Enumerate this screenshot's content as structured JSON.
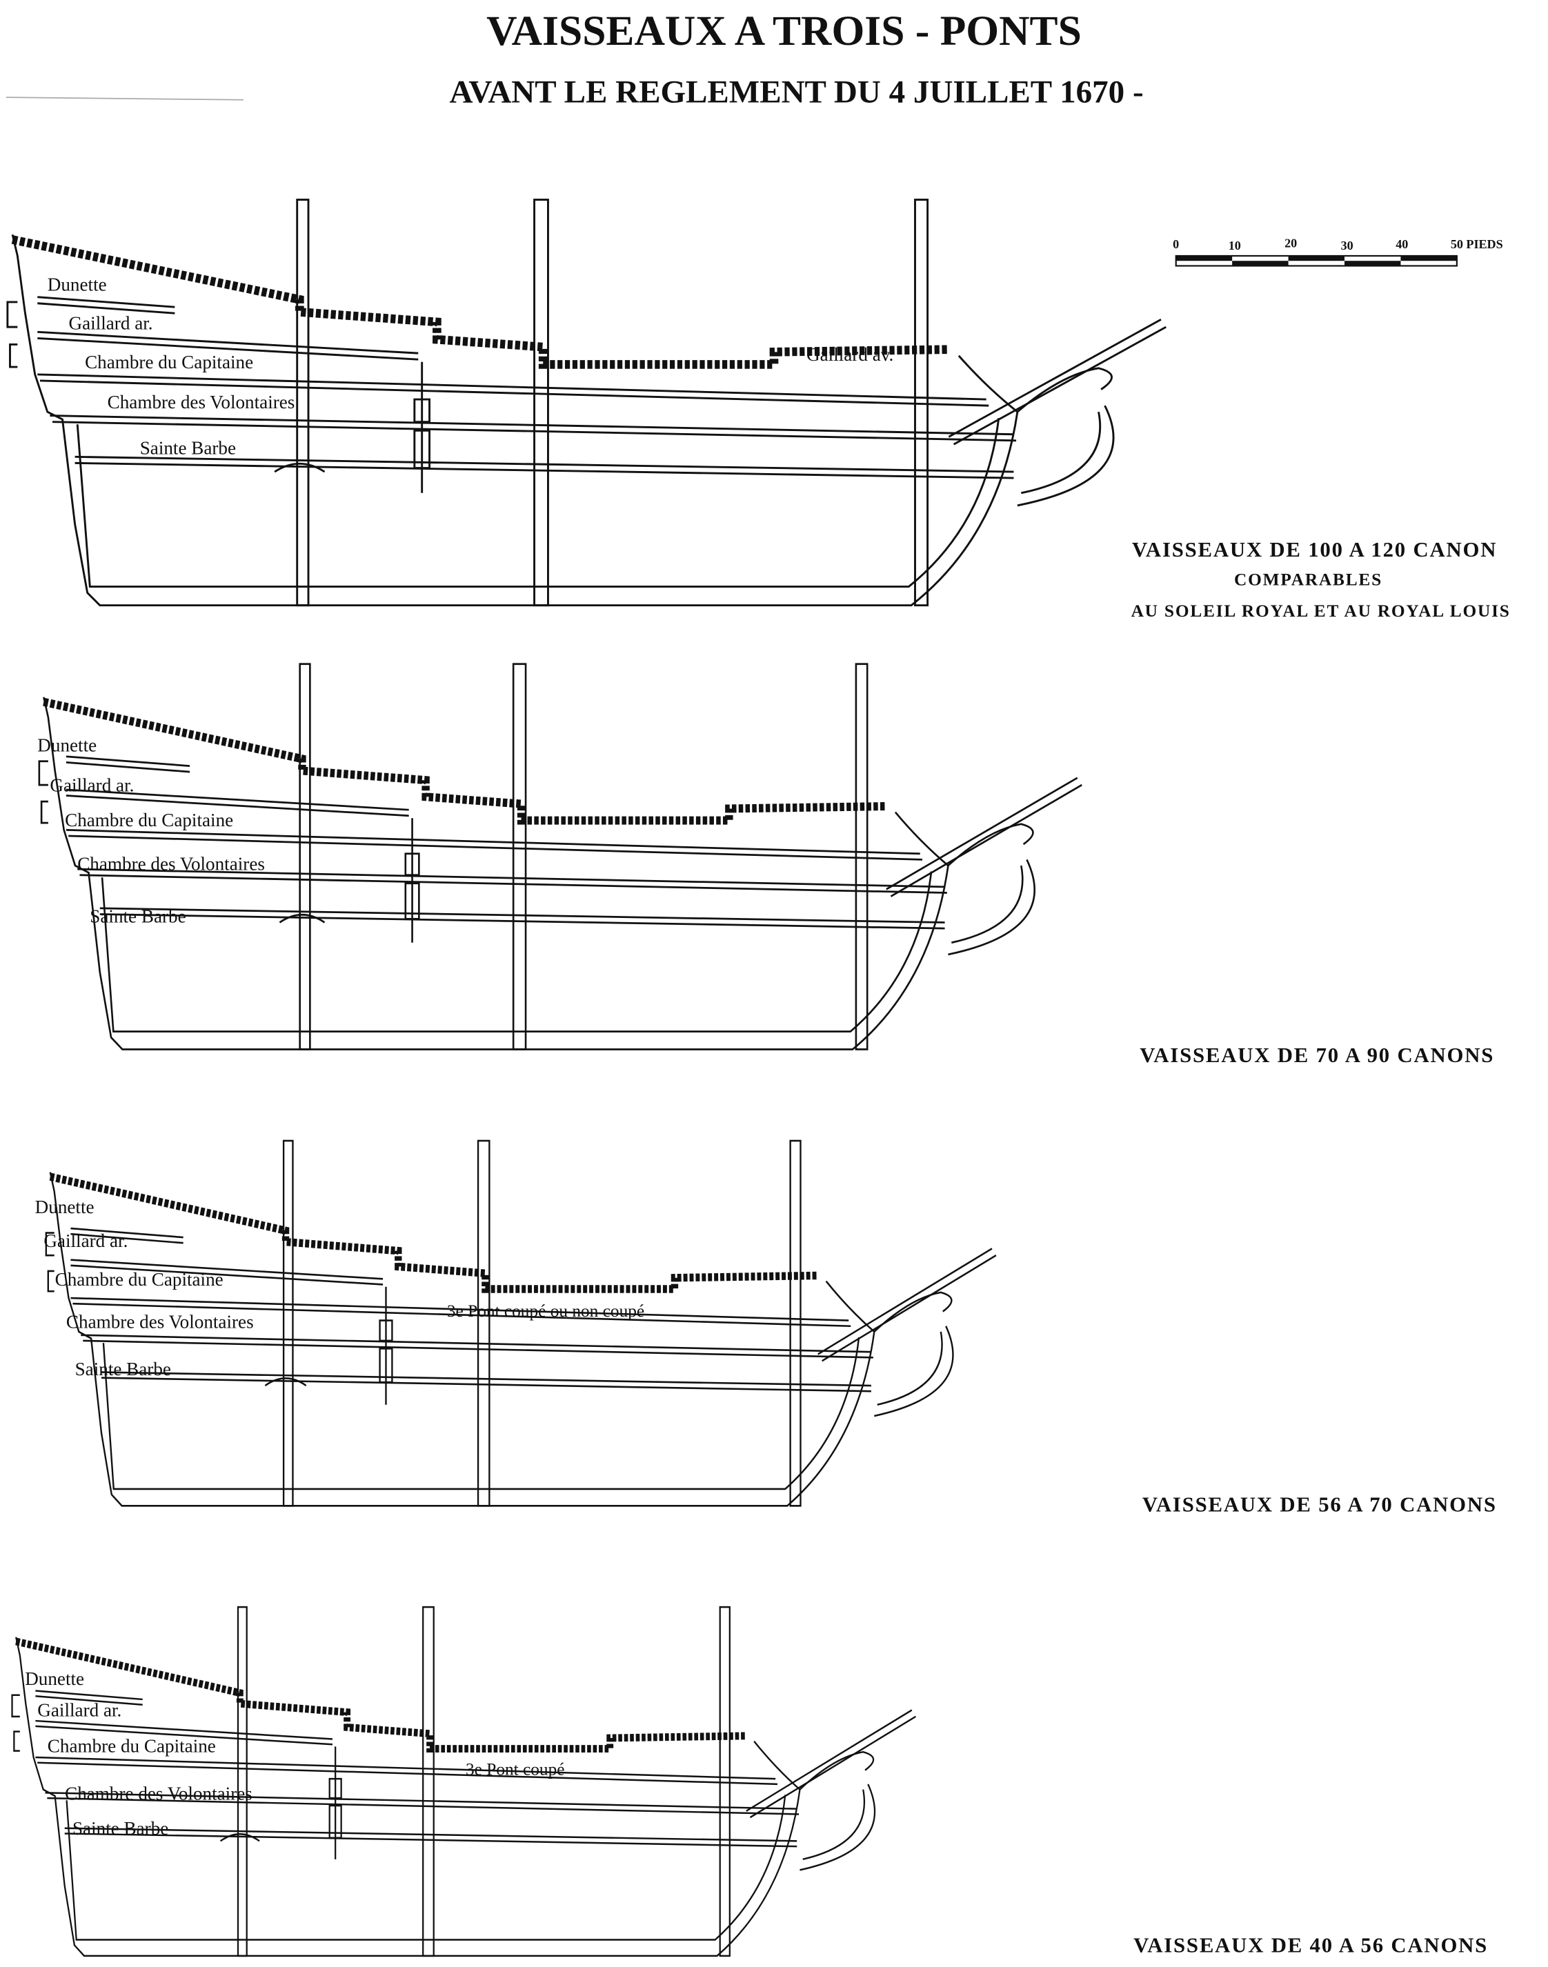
{
  "title": "VAISSEAUX A TROIS - PONTS",
  "subtitle": "AVANT LE REGLEMENT DU 4 JUILLET 1670 -",
  "scale_bar": {
    "ticks": [
      "0",
      "10",
      "20",
      "30",
      "40",
      "50 PIEDS"
    ]
  },
  "ships": [
    {
      "labels": [
        "Dunette",
        "Gaillard ar.",
        "Chambre du Capitaine",
        "Chambre des Volontaires",
        "Sainte Barbe"
      ],
      "extra": "Gaillard av.",
      "caption": [
        "VAISSEAUX DE 100 A 120 CANON",
        "COMPARABLES",
        "AU SOLEIL ROYAL ET AU ROYAL LOUIS"
      ]
    },
    {
      "labels": [
        "Dunette",
        "Gaillard ar.",
        "Chambre du Capitaine",
        "Chambre des Volontaires",
        "Sainte Barbe"
      ],
      "caption": [
        "VAISSEAUX DE 70 A 90 CANONS"
      ]
    },
    {
      "labels": [
        "Dunette",
        "Gaillard ar.",
        "Chambre du Capitaine",
        "Chambre des Volontaires",
        "Sainte Barbe"
      ],
      "extra": "3e Pont coupé ou non coupé",
      "caption": [
        "VAISSEAUX DE 56 A 70 CANONS"
      ]
    },
    {
      "labels": [
        "Dunette",
        "Gaillard ar.",
        "Chambre du Capitaine",
        "Chambre des Volontaires",
        "Sainte Barbe"
      ],
      "extra": "3e Pont coupé",
      "caption": [
        "VAISSEAUX DE 40 A 56 CANONS"
      ]
    }
  ]
}
